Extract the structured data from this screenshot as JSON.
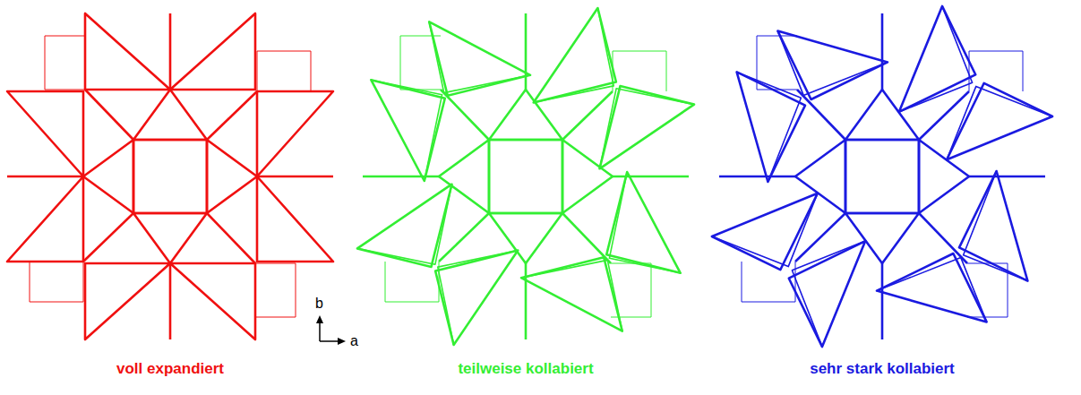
{
  "diagram": {
    "labels": [
      "voll expandiert",
      "teilweise kollabiert",
      "sehr stark kollabiert",
      "b",
      "a"
    ]
  }
}
